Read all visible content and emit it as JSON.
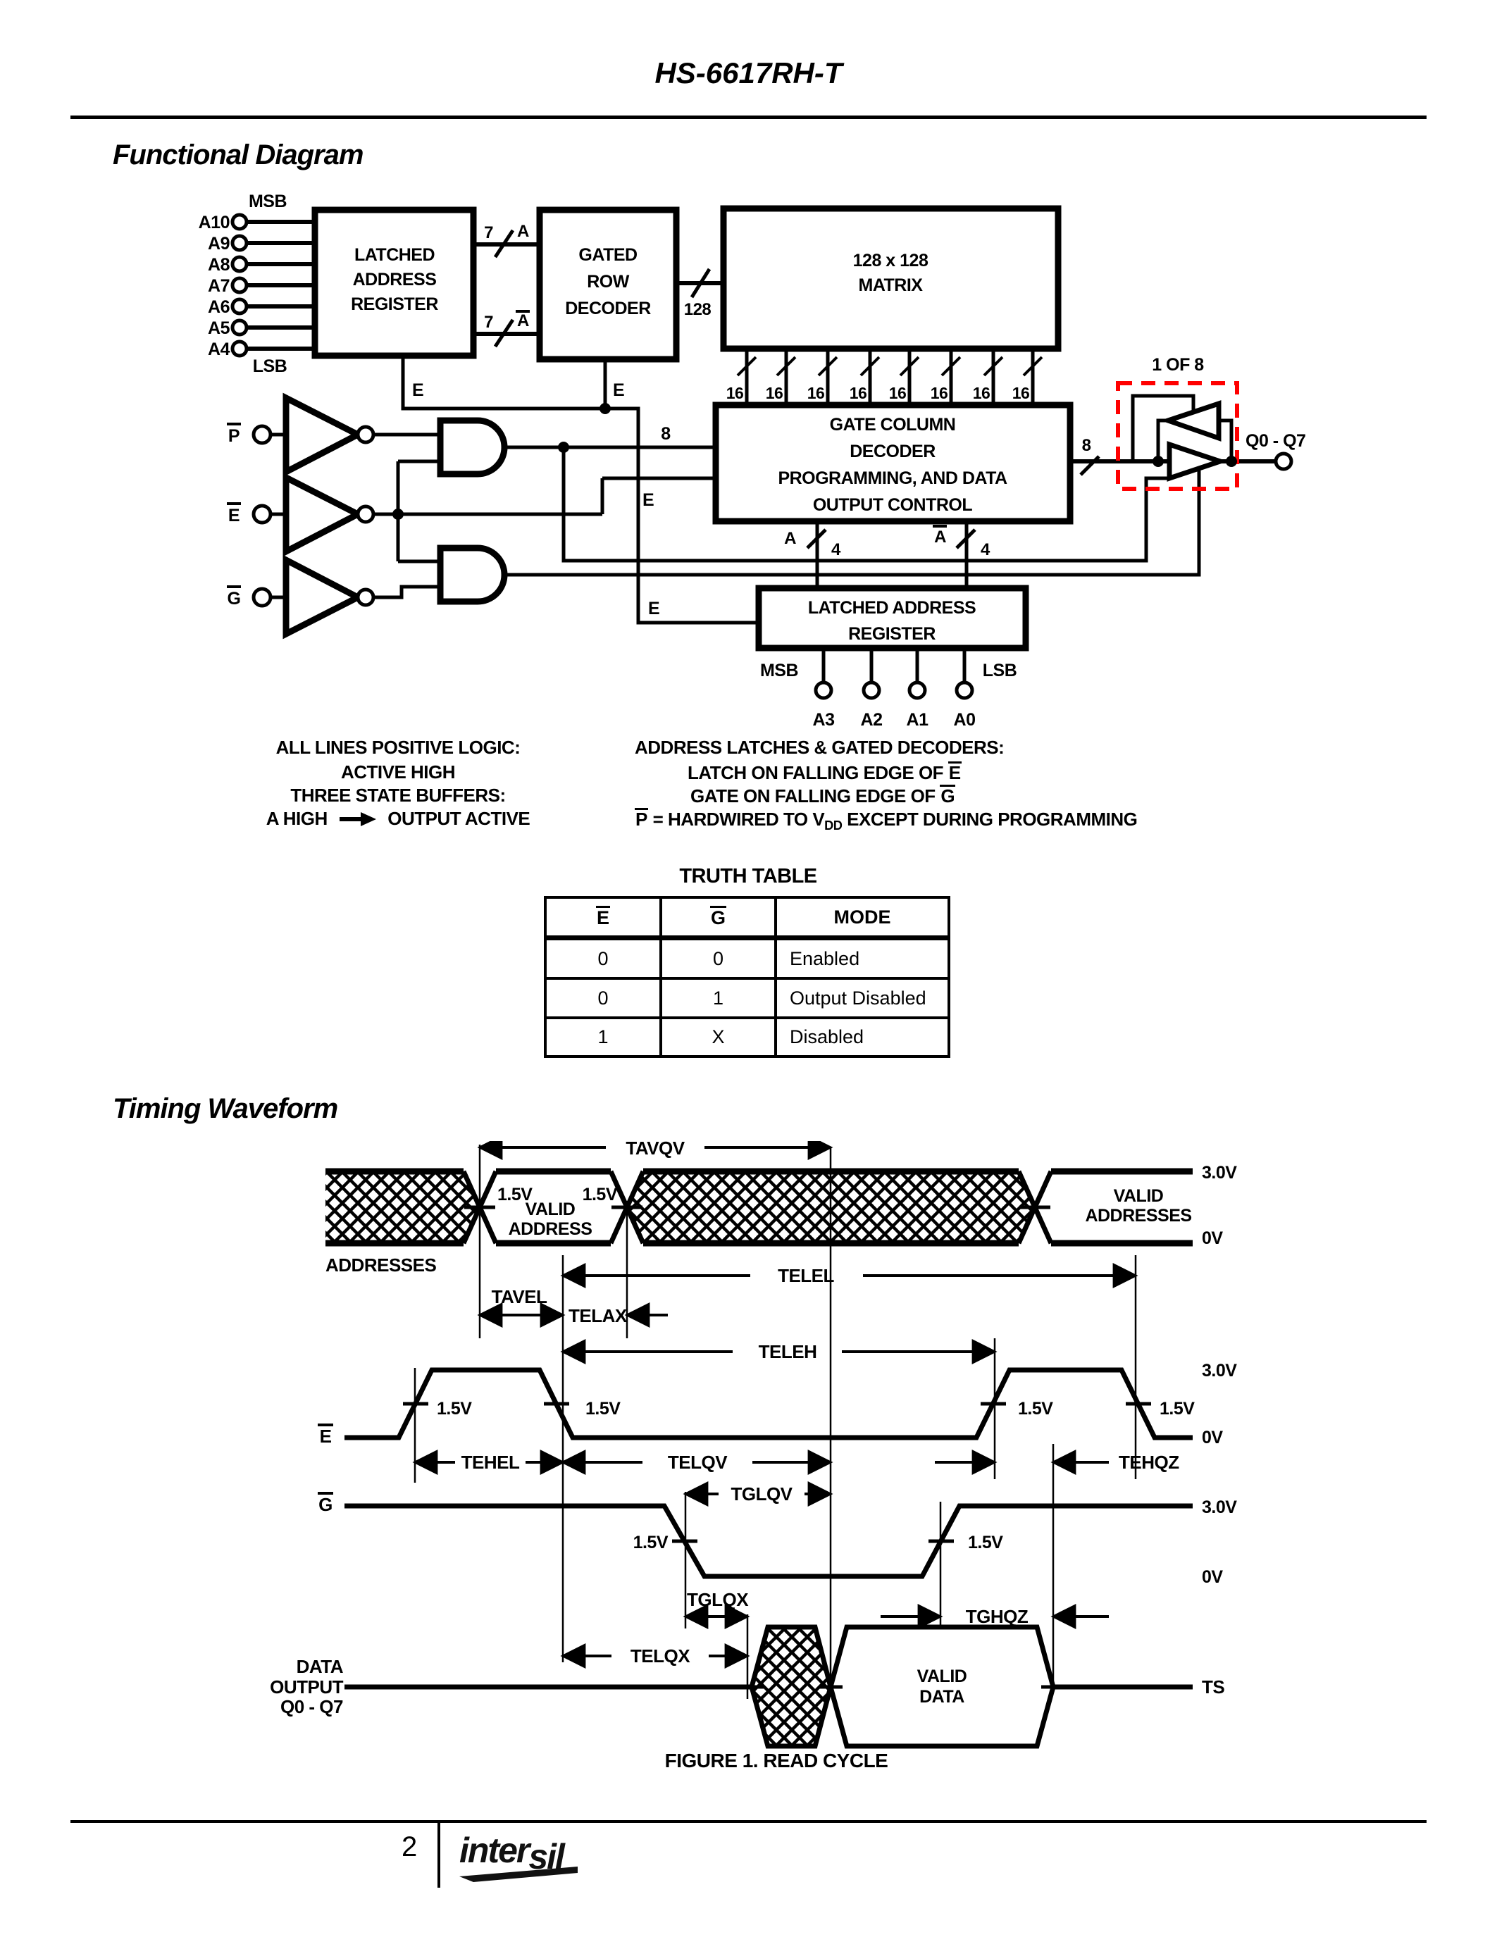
{
  "page": {
    "title": "HS-6617RH-T",
    "page_number": "2",
    "brand_inter": "inter",
    "brand_sil": "sil"
  },
  "sections": {
    "functional": "Functional Diagram",
    "timing": "Timing Waveform",
    "figure_caption": "FIGURE 1.  READ CYCLE"
  },
  "diagram": {
    "msb": "MSB",
    "lsb": "LSB",
    "upper_inputs": [
      "A10",
      "A9",
      "A8",
      "A7",
      "A6",
      "A5",
      "A4"
    ],
    "lower_inputs": [
      "A3",
      "A2",
      "A1",
      "A0"
    ],
    "block_latched1": [
      "LATCHED",
      "ADDRESS",
      "REGISTER"
    ],
    "block_row": [
      "GATED",
      "ROW",
      "DECODER"
    ],
    "block_matrix": [
      "128 x 128",
      "MATRIX"
    ],
    "block_column": [
      "GATE COLUMN",
      "DECODER",
      "PROGRAMMING, AND DATA",
      "OUTPUT CONTROL"
    ],
    "block_latched2": [
      "LATCHED ADDRESS",
      "REGISTER"
    ],
    "bus7": "7",
    "busA": "A",
    "bus128": "128",
    "bus16": "16",
    "bus8": "8",
    "bus4": "4",
    "e": "E",
    "p": "P",
    "g": "G",
    "one_of_8": "1 OF 8",
    "q_range": "Q0 - Q7"
  },
  "notes": {
    "left1": "ALL LINES POSITIVE LOGIC:",
    "left2": "ACTIVE HIGH",
    "left3": "THREE STATE BUFFERS:",
    "left4a": "A HIGH",
    "left4b": "OUTPUT ACTIVE",
    "right1": "ADDRESS LATCHES & GATED DECODERS:",
    "right2a": "LATCH ON FALLING EDGE OF ",
    "right2b": "E",
    "right3a": "GATE ON FALLING EDGE OF ",
    "right3b": "G",
    "right4a": "P",
    "right4b": " = HARDWIRED TO V",
    "right4c": "DD",
    "right4d": " EXCEPT DURING PROGRAMMING"
  },
  "truth_table": {
    "title": "TRUTH TABLE",
    "col1": "E",
    "col2": "G",
    "col3": "MODE",
    "rows": [
      [
        "0",
        "0",
        "Enabled"
      ],
      [
        "0",
        "1",
        "Output Disabled"
      ],
      [
        "1",
        "X",
        "Disabled"
      ]
    ]
  },
  "timing": {
    "tavqv": "TAVQV",
    "telel": "TELEL",
    "tavel": "TAVEL",
    "telax": "TELAX",
    "teleh": "TELEH",
    "tehel": "TEHEL",
    "telqv": "TELQV",
    "tehqz": "TEHQZ",
    "tglqv": "TGLQV",
    "tglqx": "TGLQX",
    "tghqz": "TGHQZ",
    "telqx": "TELQX",
    "addresses": "ADDRESSES",
    "valid_address": [
      "VALID",
      "ADDRESS"
    ],
    "valid_addresses": [
      "VALID",
      "ADDRESSES"
    ],
    "valid_data": [
      "VALID",
      "DATA"
    ],
    "data_output": [
      "DATA",
      "OUTPUT",
      "Q0 - Q7"
    ],
    "v30": "3.0V",
    "v0": "0V",
    "v15": "1.5V",
    "ts": "TS",
    "e": "E",
    "g": "G"
  },
  "colors": {
    "ink": "#000000",
    "accent_red": "#ff0000"
  }
}
